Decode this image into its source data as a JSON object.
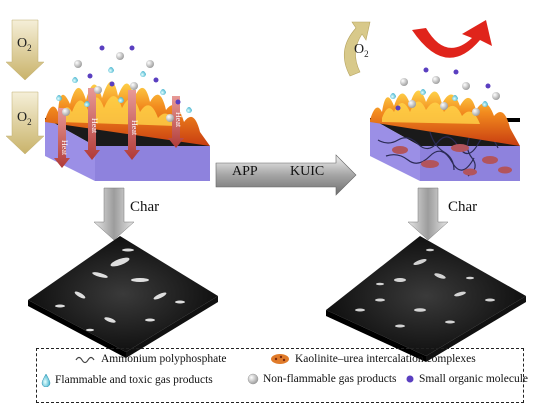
{
  "diagram": {
    "labels": {
      "oxygen_top": "O",
      "oxygen_sub": "2",
      "oxygen_mid": "O",
      "oxygen_mid_sub": "2",
      "oxygen_right": "O",
      "oxygen_right_sub": "2",
      "heat": "Heat",
      "char_left": "Char",
      "char_right": "Char",
      "arrow_left": "APP",
      "arrow_right": "KUIC"
    },
    "legend": {
      "app": "Ammonium polyphosphate",
      "kuic": "Kaolinite–urea intercalation complexes",
      "flammable": "Flammable and toxic gas products",
      "nonflammable": "Non-flammable gas products",
      "small_molecule": "Small organic molecule"
    },
    "colors": {
      "block_top": "#1a1a1a",
      "block_side": "#9b8fe6",
      "flame": "#f28a1e",
      "heat_arrow": "#c0504d",
      "heat_arrow_right": "#e0241b",
      "o2_arrow": "#d8c98a",
      "kuic": "#b2545c",
      "legend_kuic": "#e07b2a"
    },
    "icons": {
      "app_chain": "wavy-line-icon",
      "kuic_cluster": "orange-blob-icon",
      "flammable_drop": "blue-droplet-icon",
      "nonflammable_sphere": "grey-sphere-icon",
      "small_organic": "purple-dot-icon"
    }
  }
}
